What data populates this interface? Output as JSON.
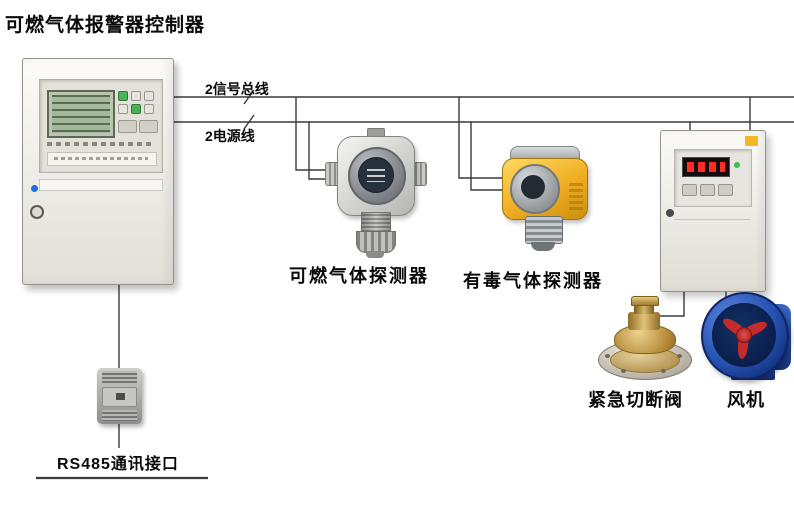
{
  "title": "可燃气体报警器控制器",
  "wiring": {
    "signal_bus_label": "2信号总线",
    "power_line_label": "2电源线"
  },
  "labels": {
    "combustible_detector": "可燃气体探测器",
    "toxic_detector": "有毒气体探测器",
    "emergency_valve": "紧急切断阀",
    "fan": "风机",
    "rs485": "RS485通讯接口"
  },
  "colors": {
    "wire": "#3a3a3a",
    "detector_yellow": "#efad22",
    "fan_blue": "#16347e",
    "fan_impeller_red": "#c62b2b",
    "valve_brass": "#b58b39",
    "cabinet_white": "#eceae4",
    "lcd_green": "#a6b89b",
    "led_red": "#ff2d23"
  }
}
